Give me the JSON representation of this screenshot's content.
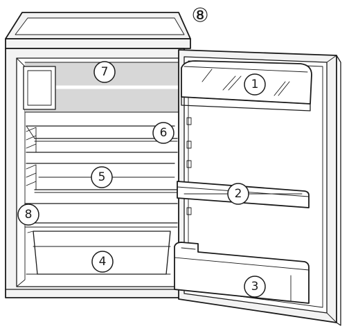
{
  "callouts": [
    {
      "id": "1",
      "label": "1"
    },
    {
      "id": "2",
      "label": "2"
    },
    {
      "id": "3",
      "label": "3"
    },
    {
      "id": "4",
      "label": "4"
    },
    {
      "id": "5",
      "label": "5"
    },
    {
      "id": "6",
      "label": "6"
    },
    {
      "id": "7",
      "label": "7"
    },
    {
      "id": "8a",
      "label": "8"
    },
    {
      "id": "8b",
      "label": "⑧"
    }
  ],
  "colors": {
    "line": "#1a1a1a",
    "cabinet_fill": "#f3f3f3",
    "lamp_panel_fill": "#d7d7d7",
    "background": "#ffffff"
  }
}
